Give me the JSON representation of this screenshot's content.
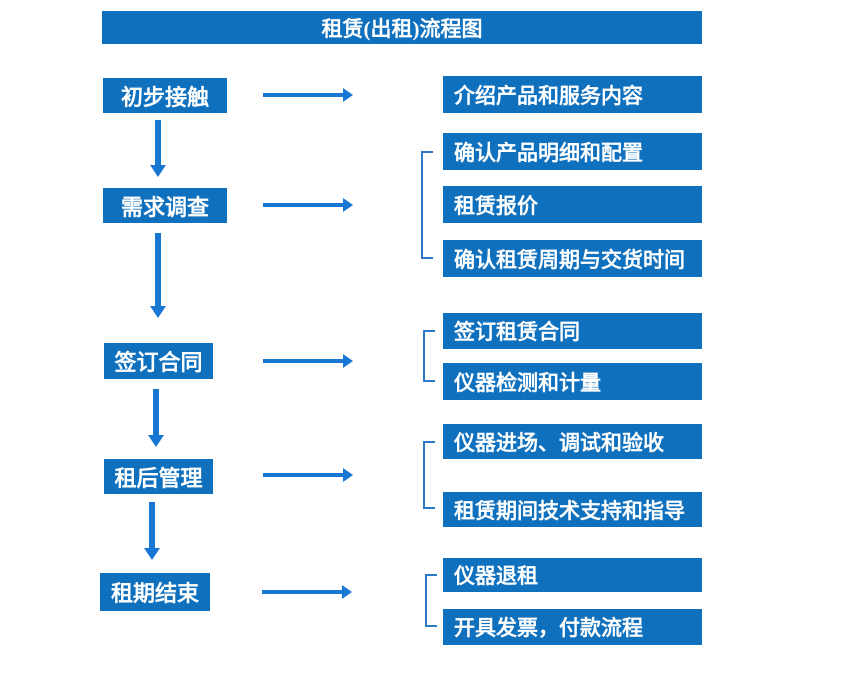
{
  "title": "租赁(出租)流程图",
  "colors": {
    "box_blue": "#0F70BE",
    "arrow_blue": "#1877D2",
    "bracket_blue": "#2E79C7",
    "text": "#FFFFFF",
    "background": "#FFFFFF"
  },
  "steps": [
    {
      "label": "初步接触",
      "details": [
        "介绍产品和服务内容"
      ]
    },
    {
      "label": "需求调查",
      "details": [
        "确认产品明细和配置",
        "租赁报价",
        "确认租赁周期与交货时间"
      ]
    },
    {
      "label": "签订合同",
      "details": [
        "签订租赁合同",
        "仪器检测和计量"
      ]
    },
    {
      "label": "租后管理",
      "details": [
        "仪器进场、调试和验收",
        "租赁期间技术支持和指导"
      ]
    },
    {
      "label": "租期结束",
      "details": [
        "仪器退租",
        "开具发票，付款流程"
      ]
    }
  ]
}
